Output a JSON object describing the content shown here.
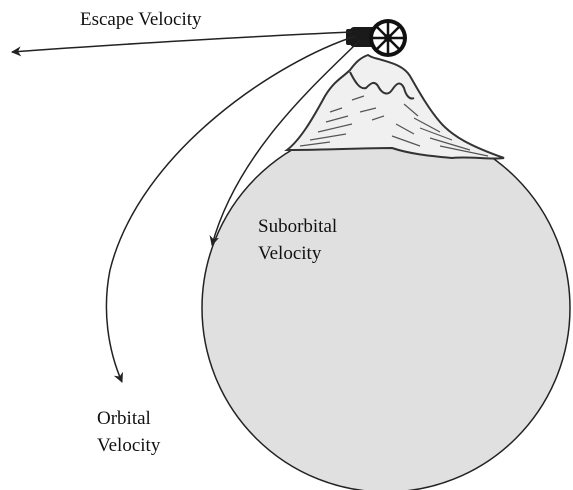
{
  "labels": {
    "escape_velocity": "Escape Velocity",
    "suborbital_line1": "Suborbital",
    "suborbital_line2": "Velocity",
    "orbital_line1": "Orbital",
    "orbital_line2": "Velocity"
  },
  "colors": {
    "planet_fill": "#e0e0e0",
    "outline": "#222222",
    "mountain_fill": "#f0f0f0",
    "text": "#111111"
  },
  "icons": {
    "cannon": "cannon-icon",
    "mountain": "mountain-icon",
    "planet": "planet-icon"
  }
}
